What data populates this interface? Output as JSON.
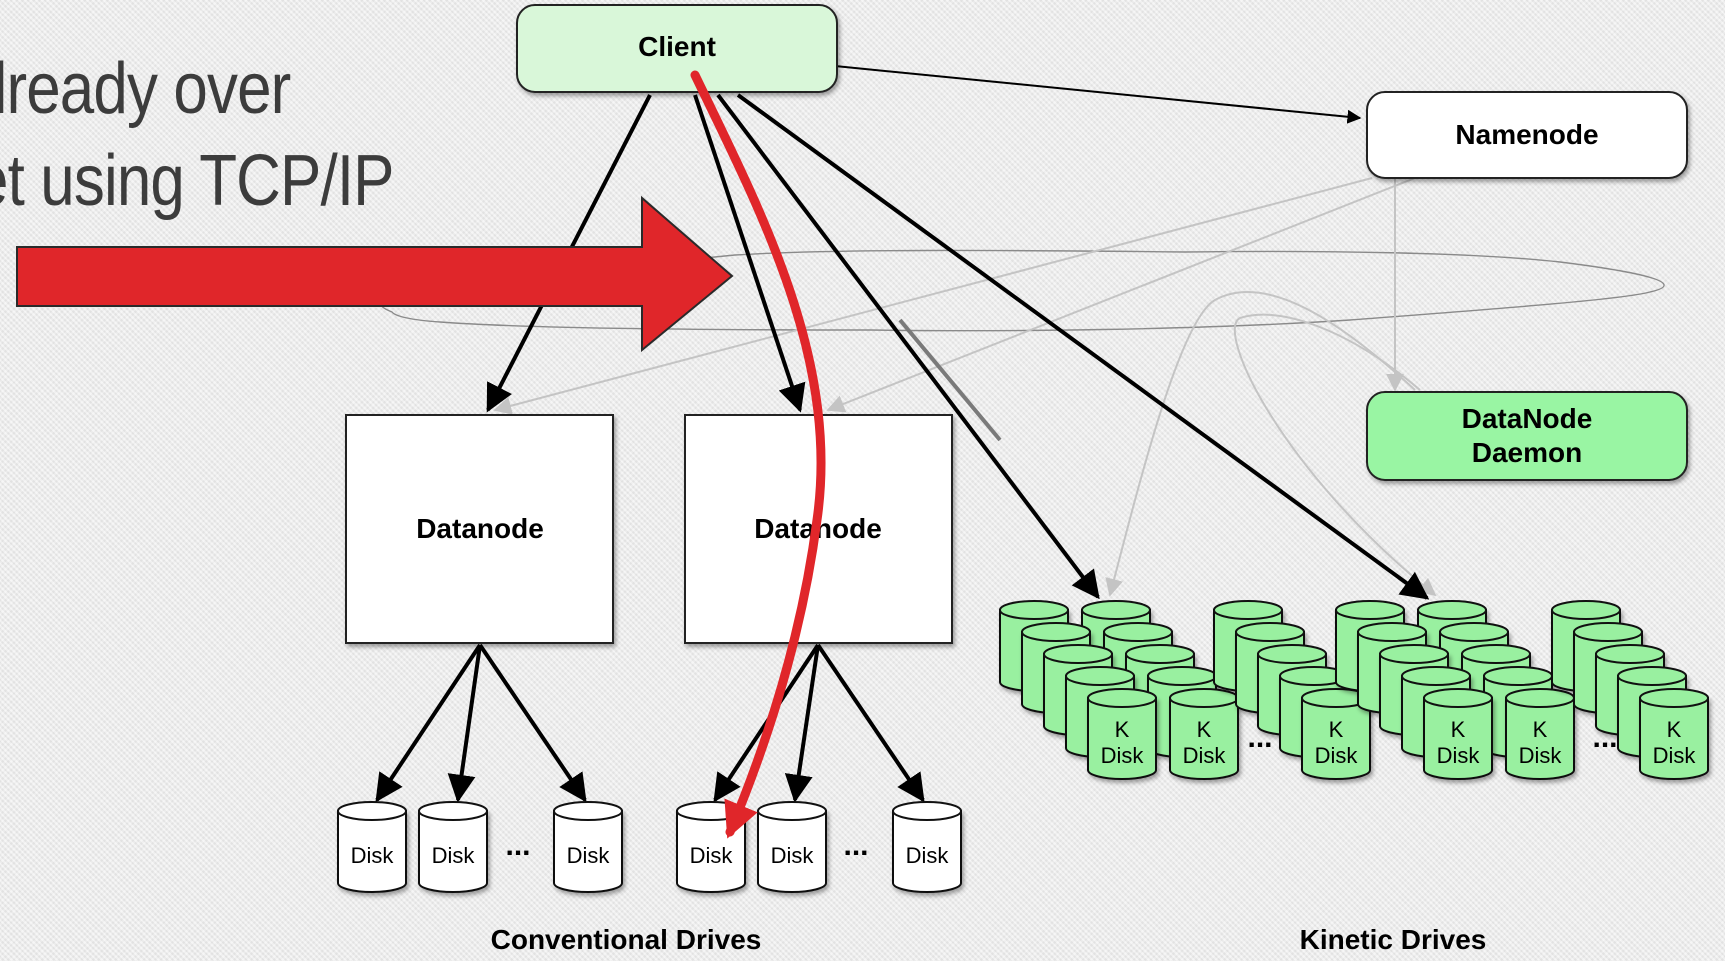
{
  "slide": {
    "text_line_1": "already over",
    "text_line_2": "et using TCP/IP"
  },
  "nodes": {
    "client": "Client",
    "namenode": "Namenode",
    "datanode_daemon_line1": "DataNode",
    "datanode_daemon_line2": "Daemon",
    "datanode_1": "Datanode",
    "datanode_2": "Datanode"
  },
  "disks": {
    "disk_label": "Disk",
    "ellipsis": "...",
    "kinetic_label_k": "K",
    "kinetic_label_disk": "Disk"
  },
  "captions": {
    "conventional": "Conventional Drives",
    "kinetic": "Kinetic Drives"
  },
  "colors": {
    "client_fill": "#d9f7d9",
    "daemon_fill": "#99f5a3",
    "kinetic_fill": "#99f0a0",
    "highlight_red": "#e0262a",
    "namenode_fill": "#ffffff"
  }
}
